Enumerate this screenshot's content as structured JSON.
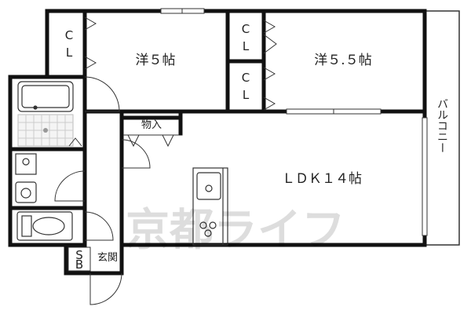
{
  "rooms": {
    "western_room_a": "洋５帖",
    "western_room_b": "洋５.５帖",
    "ldk": "ＬＤＫ１４帖",
    "storage": "物入",
    "entrance": "玄関",
    "balcony": "バルコニー"
  },
  "closet_mark": {
    "top": "C",
    "bottom": "L"
  },
  "shoe_box_mark": {
    "top": "S",
    "bottom": "B"
  },
  "watermark": "京都ライフ",
  "colors": {
    "wall": "#111111",
    "line": "#333333",
    "tile": "#cccccc"
  }
}
